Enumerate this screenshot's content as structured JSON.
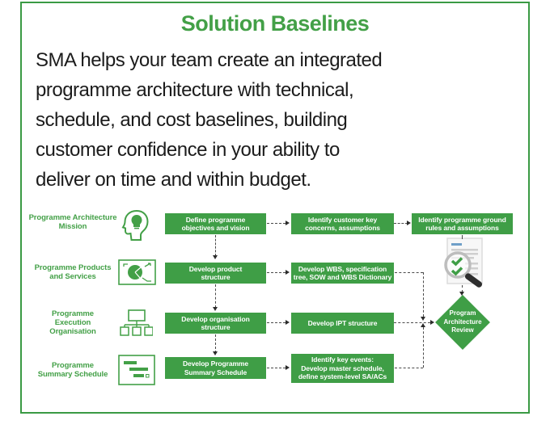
{
  "title": "Solution Baselines",
  "intro": "SMA helps your team create an integrated\nprogramme architecture with technical,\nschedule, and cost baselines, building\ncustomer confidence in your ability to\ndeliver on time and within budget.",
  "colors": {
    "accent_green": "#43a047",
    "box_green": "#3f9e46",
    "frame_border": "#3a9a44",
    "body_text": "#1c1c1c",
    "connector": "#4a4a4a",
    "box_text": "#ffffff"
  },
  "diagram": {
    "rows": [
      {
        "label": "Programme Architecture\nMission",
        "icon": "head-idea-icon",
        "boxes": [
          "Define programme\nobjectives and vision",
          "Identify customer key\nconcerns, assumptions",
          "Identify programme ground\nrules and assumptions"
        ]
      },
      {
        "label": "Programme Products\nand Services",
        "icon": "product-breakdown-icon",
        "boxes": [
          "Develop product\nstructure",
          "Develop WBS, specification\ntree, SOW and WBS Dictionary"
        ]
      },
      {
        "label": "Programme\nExecution\nOrganisation",
        "icon": "org-chart-icon",
        "boxes": [
          "Develop organisation\nstructure",
          "Develop IPT structure"
        ]
      },
      {
        "label": "Programme\nSummary Schedule",
        "icon": "gantt-schedule-icon",
        "boxes": [
          "Develop Programme\nSummary Schedule",
          "Identify key events:\nDevelop master schedule,\ndefine system-level SA/ACs"
        ]
      }
    ],
    "review_node": "Program\nArchitecture\nReview",
    "review_icon": "document-review-magnifier-icon"
  }
}
